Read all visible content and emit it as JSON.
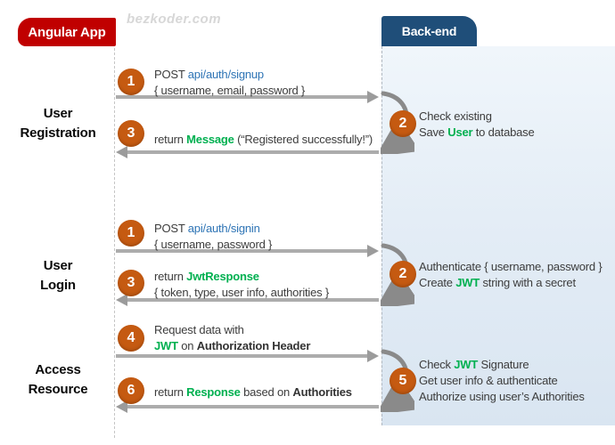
{
  "watermark": "bezkoder.com",
  "actors": {
    "left": "Angular App",
    "right": "Back-end"
  },
  "colors": {
    "angular_red": "#c00000",
    "backend_blue": "#1f4e79",
    "circle_orange": "#c55a11",
    "arrow_gray": "#acacac",
    "link_blue": "#2e74b5",
    "keyword_green": "#00b050",
    "panel_blue_top": "#f0f6fb",
    "panel_blue_bottom": "#d9e5f1"
  },
  "sections": [
    {
      "title_line1": "User",
      "title_line2": "Registration"
    },
    {
      "title_line1": "User",
      "title_line2": "Login"
    },
    {
      "title_line1": "Access",
      "title_line2": "Resource"
    }
  ],
  "messages": {
    "reg_request": {
      "num": "1",
      "lines": [
        [
          {
            "t": "POST "
          },
          {
            "t": "api/auth/signup",
            "s": "blue"
          }
        ],
        [
          {
            "t": "{ username, email, password }"
          }
        ]
      ]
    },
    "reg_backend": {
      "num": "2",
      "lines": [
        [
          {
            "t": "Check existing"
          }
        ],
        [
          {
            "t": "Save "
          },
          {
            "t": "User",
            "s": "green"
          },
          {
            "t": " to database"
          }
        ]
      ]
    },
    "reg_response": {
      "num": "3",
      "lines": [
        [
          {
            "t": "return "
          },
          {
            "t": "Message",
            "s": "green"
          },
          {
            "t": " (“Registered successfully!”)"
          }
        ]
      ]
    },
    "login_request": {
      "num": "1",
      "lines": [
        [
          {
            "t": "POST "
          },
          {
            "t": "api/auth/signin",
            "s": "blue"
          }
        ],
        [
          {
            "t": "{ username, password }"
          }
        ]
      ]
    },
    "login_backend": {
      "num": "2",
      "lines": [
        [
          {
            "t": "Authenticate { username, password }"
          }
        ],
        [
          {
            "t": "Create "
          },
          {
            "t": "JWT",
            "s": "green"
          },
          {
            "t": " string with a secret"
          }
        ]
      ]
    },
    "login_response": {
      "num": "3",
      "lines": [
        [
          {
            "t": "return "
          },
          {
            "t": "JwtResponse",
            "s": "green"
          }
        ],
        [
          {
            "t": "{ token, type, user info, authorities }"
          }
        ]
      ]
    },
    "access_request": {
      "num": "4",
      "lines": [
        [
          {
            "t": "Request data with"
          }
        ],
        [
          {
            "t": "JWT",
            "s": "green"
          },
          {
            "t": " on "
          },
          {
            "t": "Authorization Header",
            "s": "bold"
          }
        ]
      ]
    },
    "access_backend": {
      "num": "5",
      "lines": [
        [
          {
            "t": "Check "
          },
          {
            "t": "JWT",
            "s": "green"
          },
          {
            "t": " Signature"
          }
        ],
        [
          {
            "t": "Get user info & authenticate"
          }
        ],
        [
          {
            "t": "Authorize using user’s Authorities"
          }
        ]
      ]
    },
    "access_response": {
      "num": "6",
      "lines": [
        [
          {
            "t": "return "
          },
          {
            "t": "Response",
            "s": "green"
          },
          {
            "t": " based on "
          },
          {
            "t": "Authorities",
            "s": "bold"
          }
        ]
      ]
    }
  }
}
